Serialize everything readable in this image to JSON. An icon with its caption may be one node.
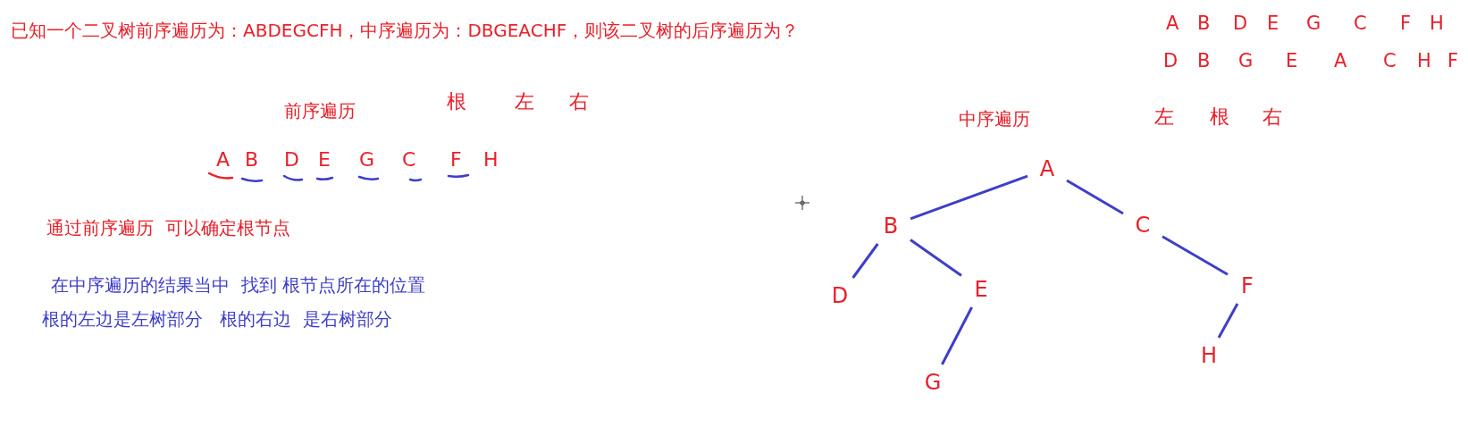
{
  "diagram": {
    "title": "已知一个二叉树前序遍历为：ABDEGCFH，中序遍历为：DBGEACHF，则该二叉树的后序遍历为？",
    "nodes": [
      {
        "text": [
          "A"
        ]
      },
      {
        "text": [
          "B"
        ]
      },
      {
        "text": [
          "C"
        ]
      },
      {
        "text": [
          "D"
        ]
      },
      {
        "text": [
          "E"
        ]
      },
      {
        "text": [
          "F"
        ]
      },
      {
        "text": [
          "G"
        ]
      },
      {
        "text": [
          "H"
        ]
      }
    ],
    "edges": [
      {
        "from": 0,
        "to": 1,
        "arrow": "none"
      },
      {
        "from": 0,
        "to": 2,
        "arrow": "none"
      },
      {
        "from": 1,
        "to": 3,
        "arrow": "none"
      },
      {
        "from": 1,
        "to": 4,
        "arrow": "none"
      },
      {
        "from": 4,
        "to": 6,
        "arrow": "none"
      },
      {
        "from": 2,
        "to": 5,
        "arrow": "none"
      },
      {
        "from": 5,
        "to": 7,
        "arrow": "none"
      }
    ],
    "labels": [
      "A",
      "B",
      "D",
      "E",
      "G",
      "C",
      "F",
      "H",
      "D",
      "B",
      "G",
      "E",
      "A",
      "C",
      "H",
      "F",
      "前序遍历",
      "根",
      "左",
      "右",
      "中序遍历",
      "左",
      "根",
      "右",
      "A",
      "B",
      "D",
      "E",
      "G",
      "C",
      "F",
      "H",
      "通过前序遍历  可以确定根节点",
      "在中序遍历的结果当中  找到 根节点所在的位置",
      "根的左边是左树部分   根的右边  是右树部分"
    ]
  }
}
